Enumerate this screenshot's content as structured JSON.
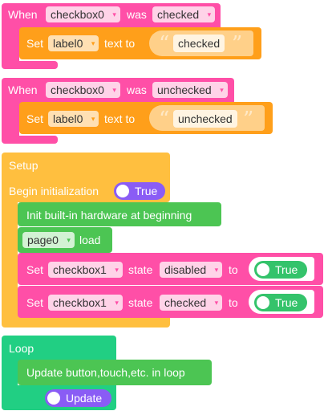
{
  "event1": {
    "when": "When",
    "target": "checkbox0",
    "was": "was",
    "state": "checked",
    "set": "Set",
    "label_target": "label0",
    "text_to": "text to",
    "quote_open": "“",
    "quote_close": "”",
    "value": "checked"
  },
  "event2": {
    "when": "When",
    "target": "checkbox0",
    "was": "was",
    "state": "unchecked",
    "set": "Set",
    "label_target": "label0",
    "text_to": "text to",
    "quote_open": "“",
    "quote_close": "”",
    "value": "unchecked"
  },
  "setup": {
    "title": "Setup",
    "begin_init": "Begin initialization",
    "begin_init_value": "True",
    "init_hw": "Init built-in hardware at beginning",
    "page": "page0",
    "load": "load",
    "row1": {
      "set": "Set",
      "target": "checkbox1",
      "state": "state",
      "prop": "disabled",
      "to": "to",
      "value": "True"
    },
    "row2": {
      "set": "Set",
      "target": "checkbox1",
      "state": "state",
      "prop": "checked",
      "to": "to",
      "value": "True"
    }
  },
  "loop": {
    "title": "Loop",
    "update": "Update button,touch,etc. in loop",
    "update_value": "Update"
  },
  "caret": "▾",
  "colors": {
    "event": "#ff4fa7",
    "label_block": "#ff9f1a",
    "setup": "#ffbf3f",
    "hardware": "#4cc553",
    "loop": "#21cf83",
    "toggle": "#8a5cf5",
    "bool": "#34c36b"
  }
}
